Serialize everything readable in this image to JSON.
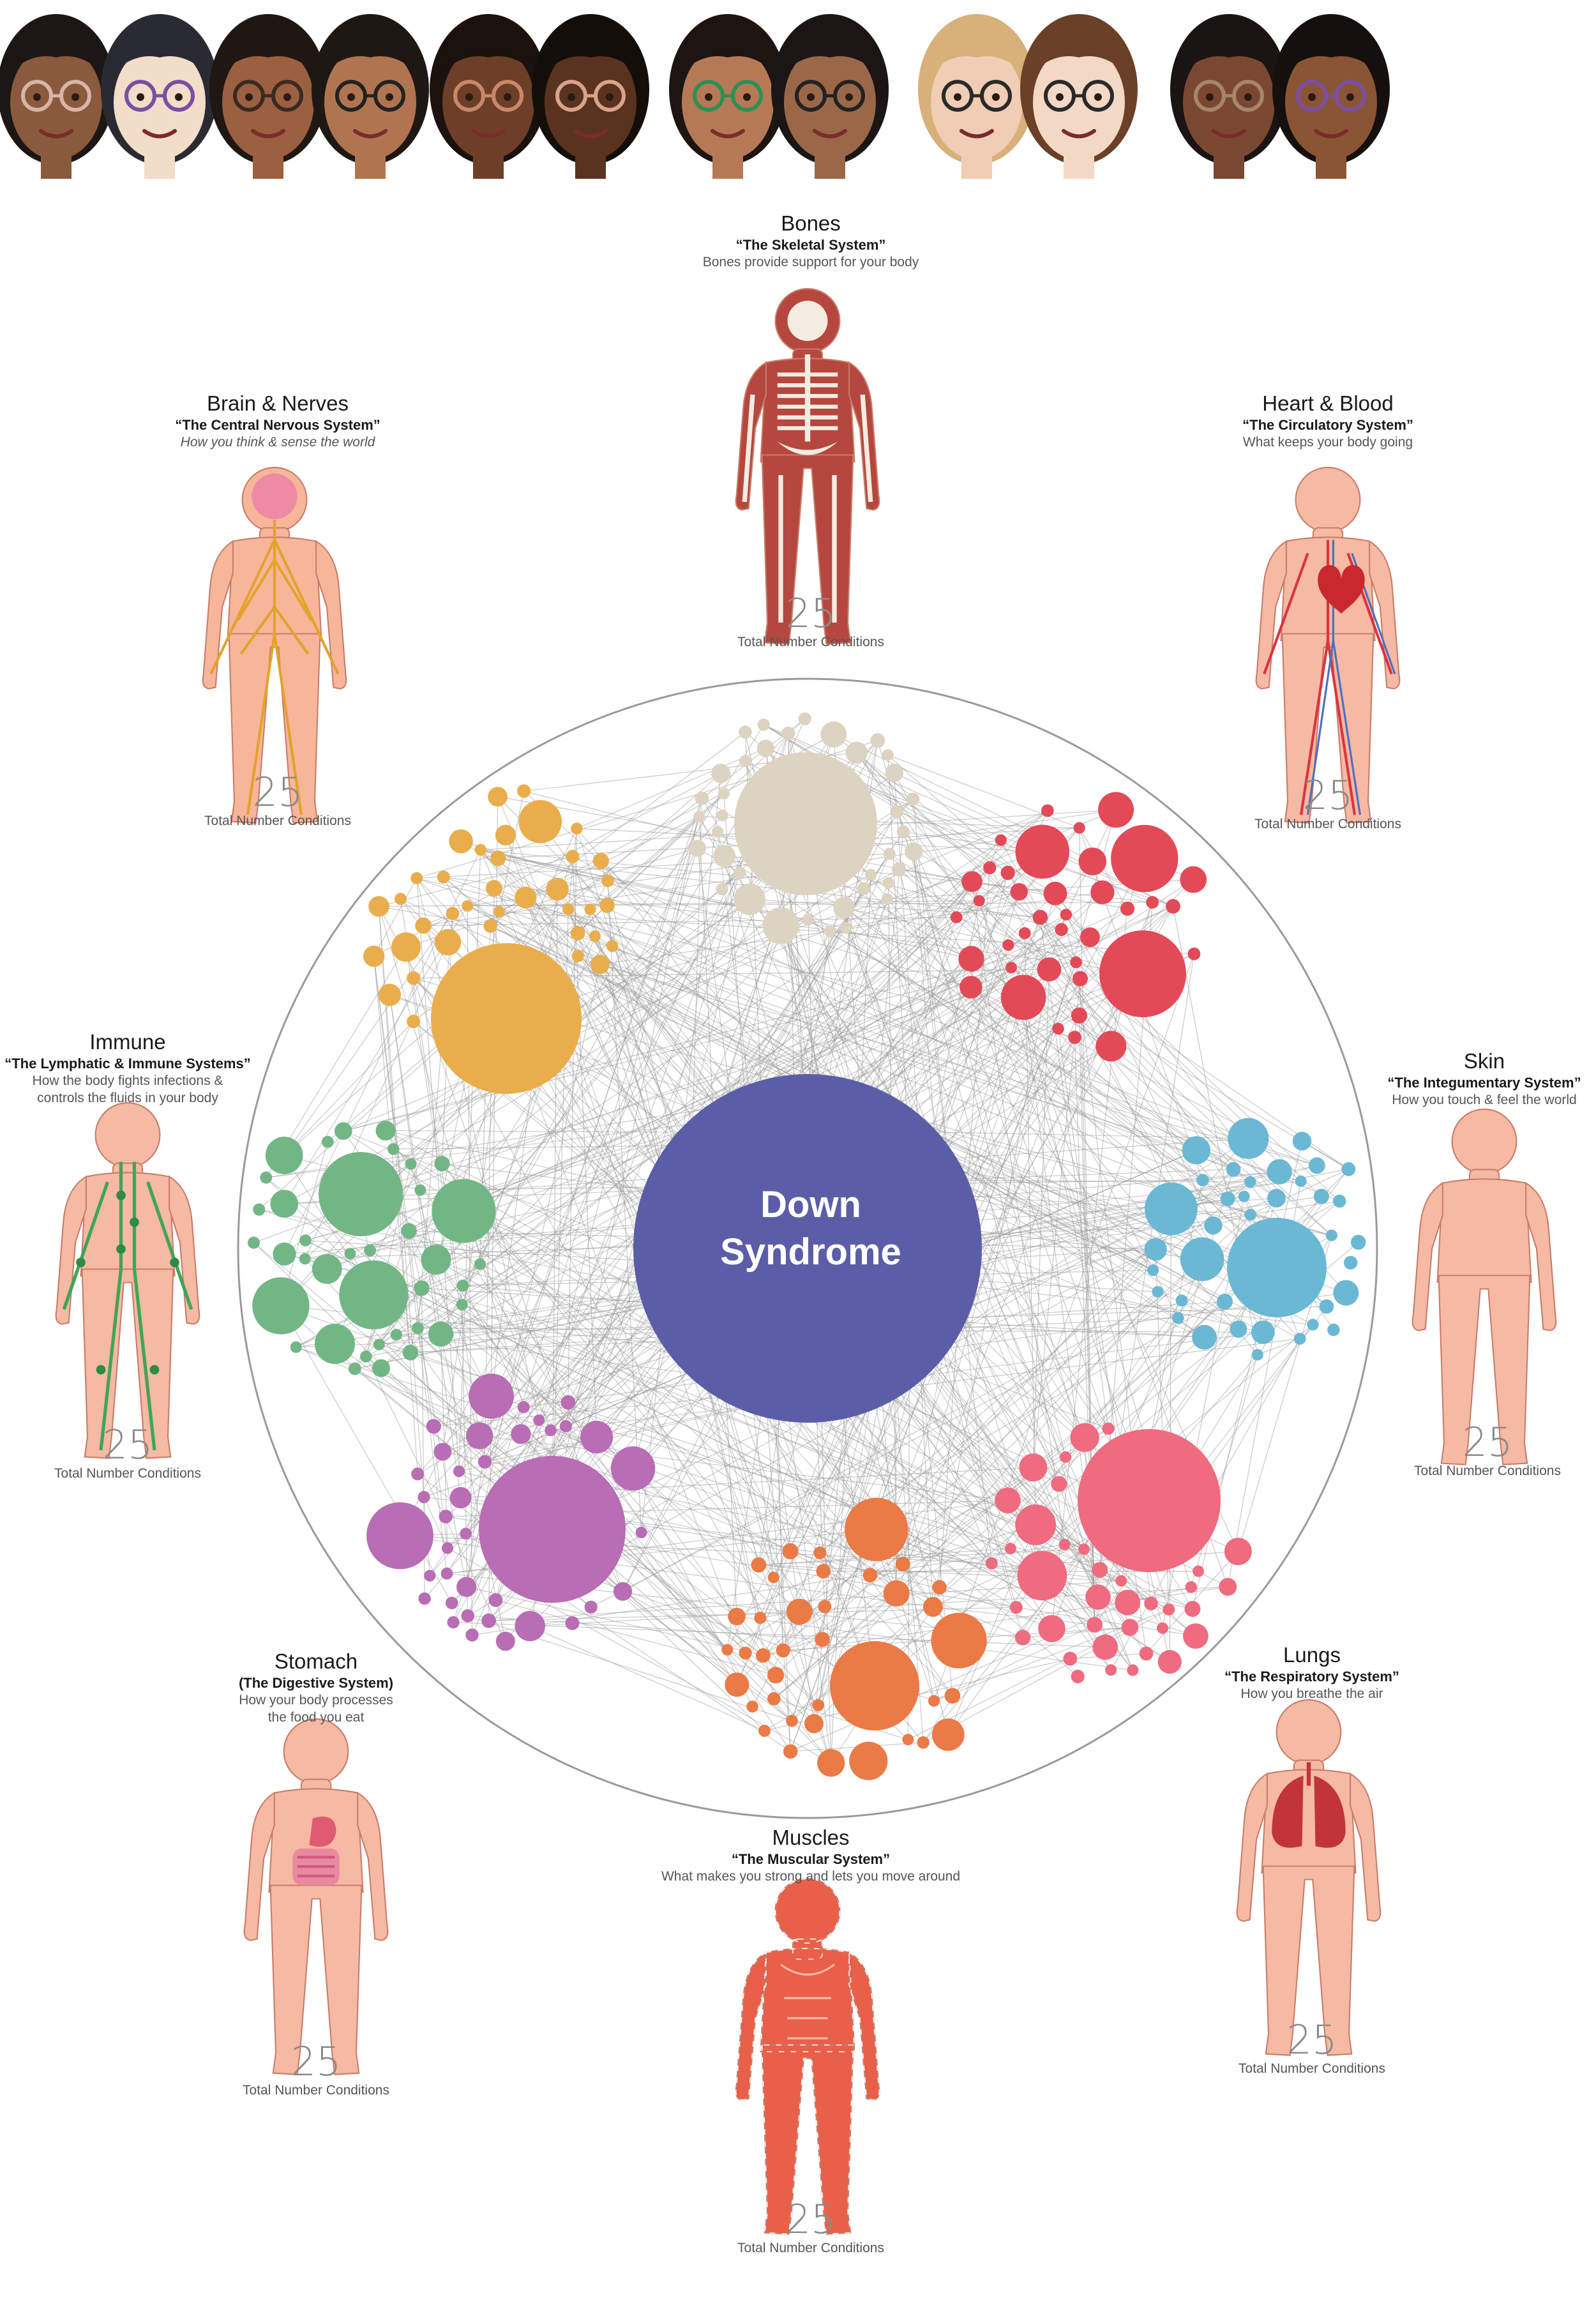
{
  "center": {
    "label_line1": "Down",
    "label_line2": "Syndrome",
    "color": "#5b5ea6"
  },
  "systems": [
    {
      "key": "bones",
      "title": "Bones",
      "subtitle": "“The Skeletal System”",
      "description": "Bones provide support for your body",
      "count": "25",
      "count_label": "Total Number Conditions",
      "color": "#ddd3c1",
      "figure_icon": "skeleton-figure"
    },
    {
      "key": "heart",
      "title": "Heart & Blood",
      "subtitle": "“The Circulatory System”",
      "description": "What keeps your body going",
      "count": "25",
      "count_label": "Total Number Conditions",
      "color": "#e34a57",
      "figure_icon": "circulatory-figure"
    },
    {
      "key": "skin",
      "title": "Skin",
      "subtitle": "“The Integumentary System”",
      "description": "How you touch & feel the world",
      "count": "25",
      "count_label": "Total Number Conditions",
      "color": "#6bb8d4",
      "figure_icon": "skin-figure"
    },
    {
      "key": "lungs",
      "title": "Lungs",
      "subtitle": "“The Respiratory System”",
      "description": "How you breathe the air",
      "count": "25",
      "count_label": "Total Number Conditions",
      "color": "#ee6b80",
      "figure_icon": "lungs-figure"
    },
    {
      "key": "muscles",
      "title": "Muscles",
      "subtitle": "“The Muscular System”",
      "description": "What makes you strong and lets you move around",
      "count": "25",
      "count_label": "Total Number Conditions",
      "color": "#ea7a46",
      "figure_icon": "muscles-figure"
    },
    {
      "key": "stomach",
      "title": "Stomach",
      "subtitle": "(The Digestive System)",
      "description": "How your body processes",
      "description2": "the food you eat",
      "count": "25",
      "count_label": "Total Number Conditions",
      "color": "#b86db4",
      "figure_icon": "digestive-figure"
    },
    {
      "key": "immune",
      "title": "Immune",
      "subtitle": "“The Lymphatic & Immune Systems”",
      "description": "How the body fights infections &",
      "description2": "controls the fluids in your body",
      "count": "25",
      "count_label": "Total Number Conditions",
      "color": "#73b686",
      "figure_icon": "lymphatic-figure"
    },
    {
      "key": "brain",
      "title": "Brain & Nerves",
      "subtitle": "“The Central Nervous System”",
      "description": "How you think & sense the world",
      "count": "25",
      "count_label": "Total Number Conditions",
      "color": "#e9ae4b",
      "figure_icon": "nervous-figure"
    }
  ],
  "faces": [
    {
      "skin": "#8a5a3c",
      "hair": "#1c1714",
      "glasses": "#d7b4a6"
    },
    {
      "skin": "#f2ddc9",
      "hair": "#2a2a33",
      "glasses": "#7a4ea0"
    },
    {
      "skin": "#9a6040",
      "hair": "#201712",
      "glasses": "#3a2a22"
    },
    {
      "skin": "#b07550",
      "hair": "#1e1814",
      "glasses": "#222222"
    },
    {
      "skin": "#6e3f28",
      "hair": "#1b120e",
      "glasses": "#c9876a"
    },
    {
      "skin": "#5a3320",
      "hair": "#140e0b",
      "glasses": "#d9a38a"
    },
    {
      "skin": "#b57a55",
      "hair": "#1c1512",
      "glasses": "#2f8f55"
    },
    {
      "skin": "#9a6848",
      "hair": "#1b1614",
      "glasses": "#222222"
    },
    {
      "skin": "#f0cdb4",
      "hair": "#d7b07a",
      "glasses": "#2a2a2a"
    },
    {
      "skin": "#f3d8c6",
      "hair": "#6b4028",
      "glasses": "#2a2a2a"
    },
    {
      "skin": "#7a4830",
      "hair": "#1a1412",
      "glasses": "#a6866c"
    },
    {
      "skin": "#8a5535",
      "hair": "#15100e",
      "glasses": "#7a4ea0"
    }
  ]
}
